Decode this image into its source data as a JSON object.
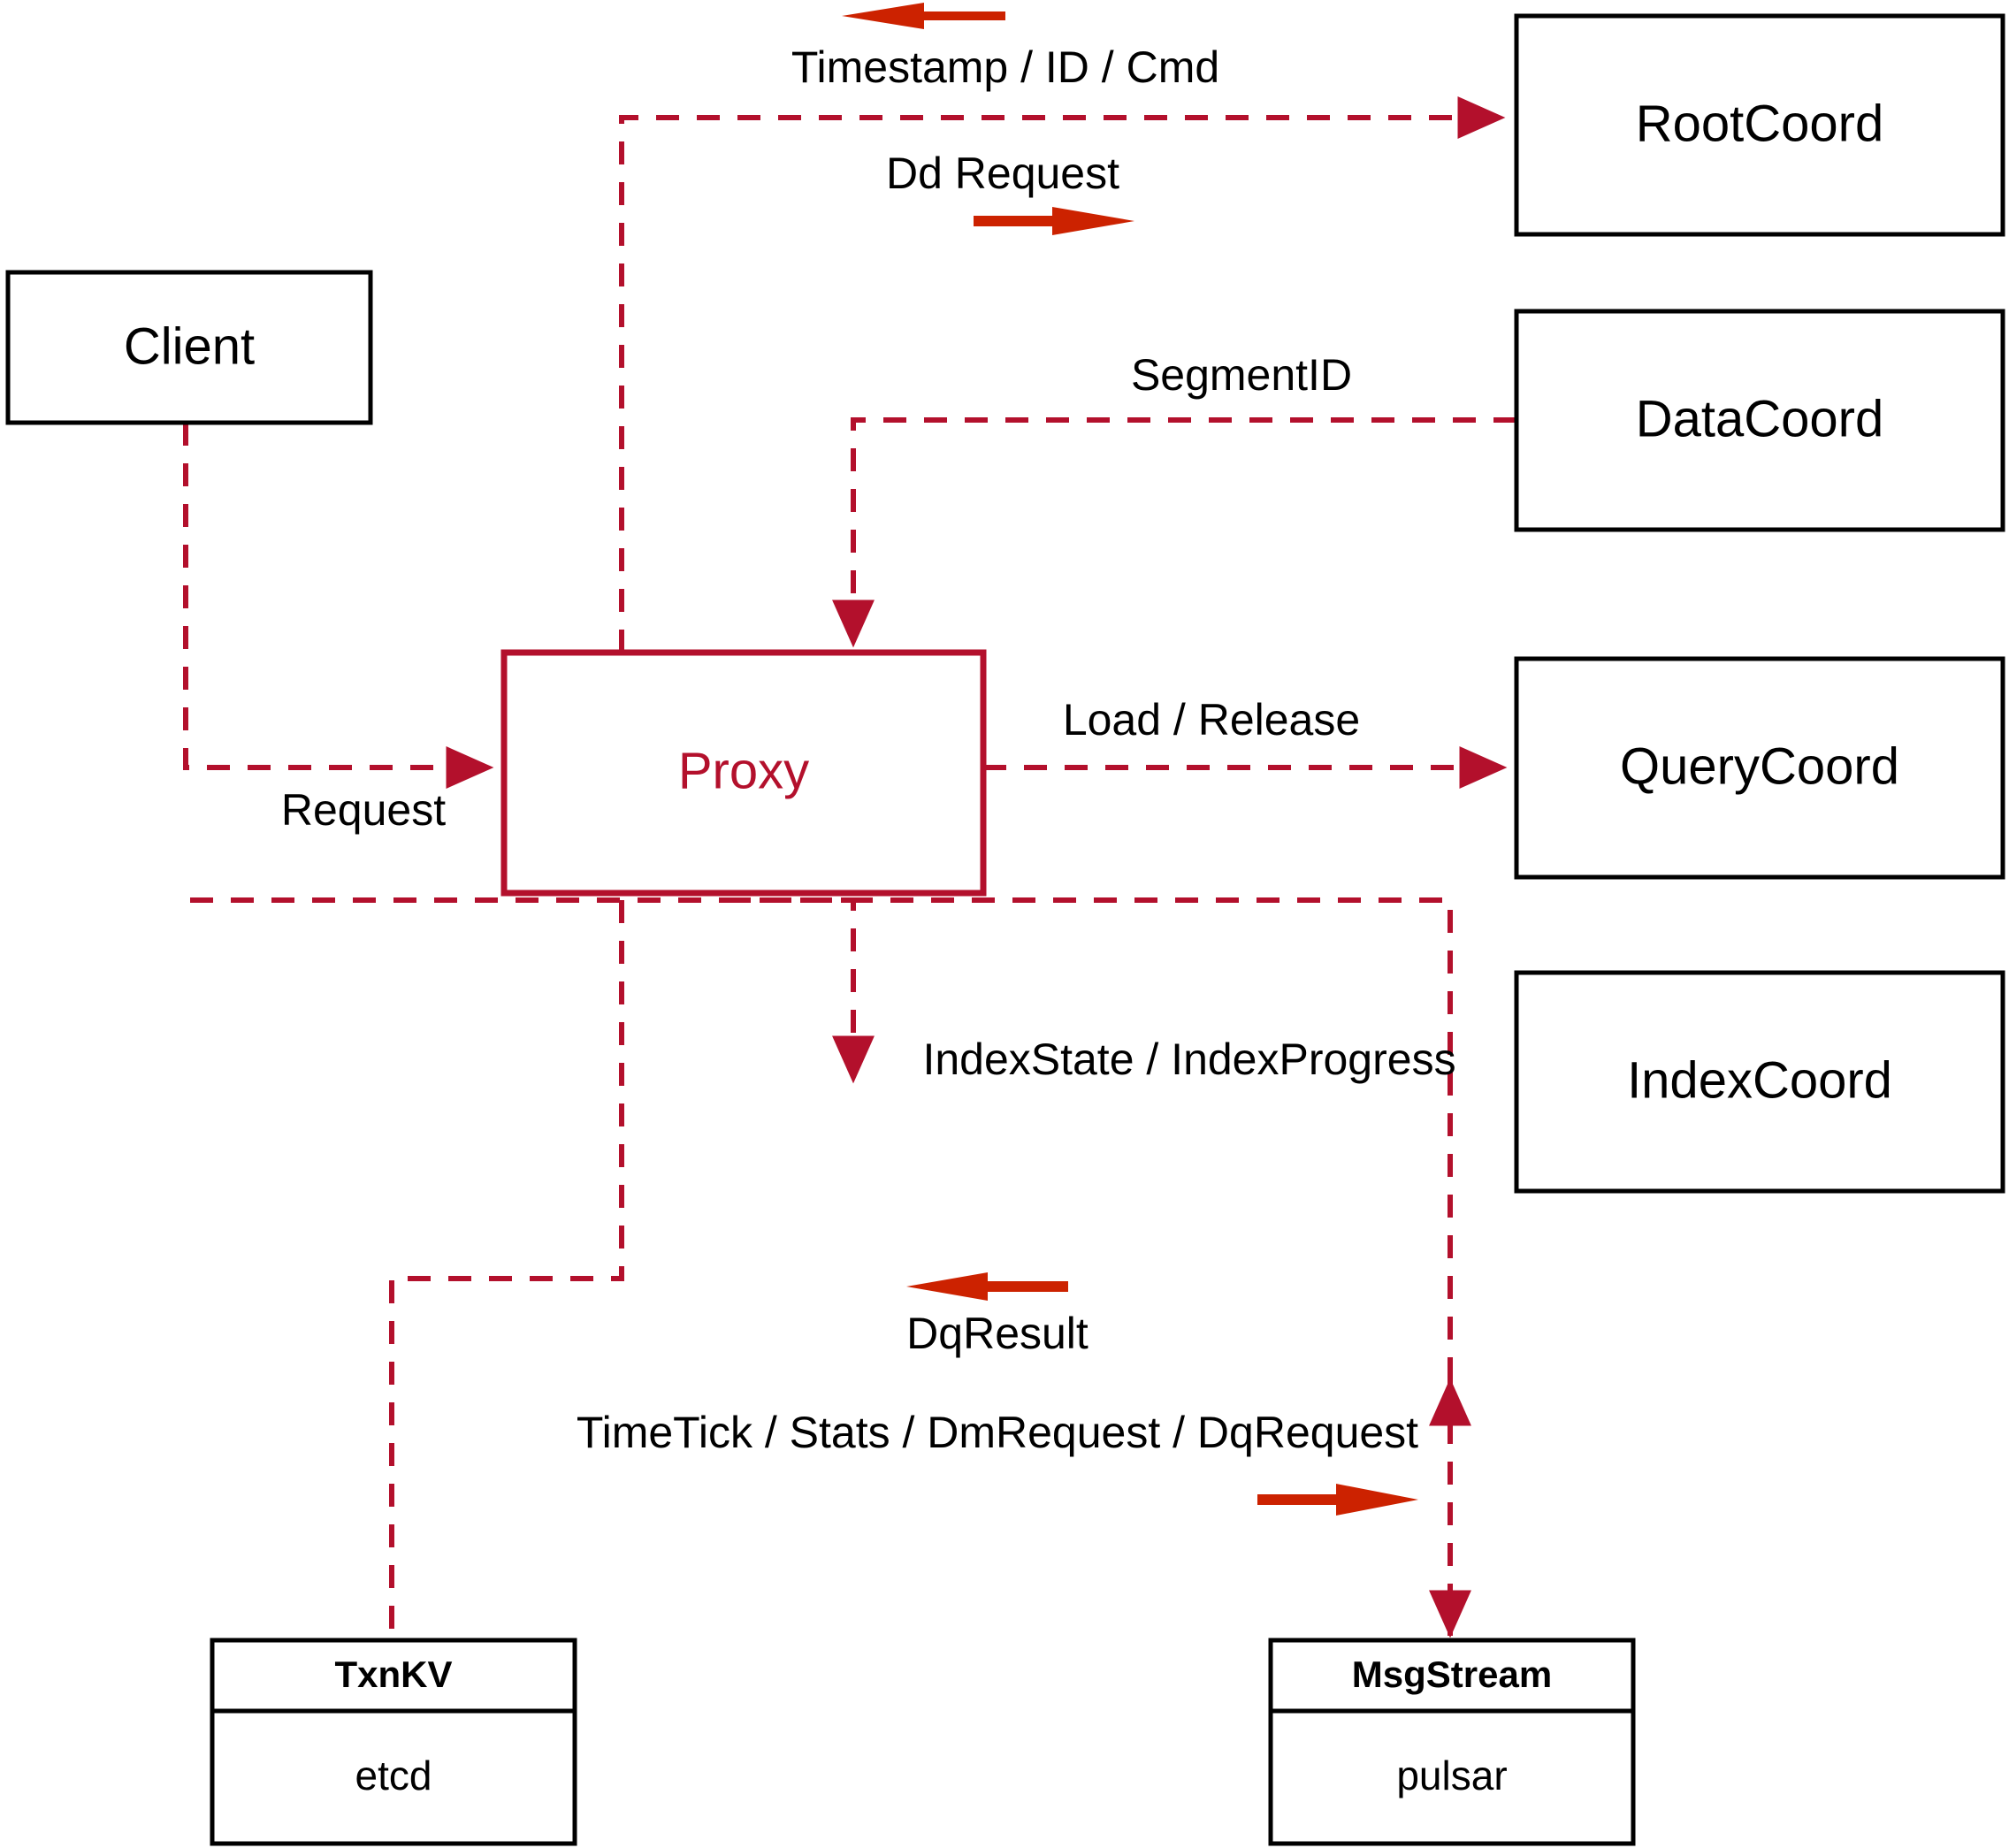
{
  "diagram": {
    "title": "Proxy architecture data flow",
    "colors": {
      "accent": "#B3102C",
      "flow_arrow": "#CC2200",
      "node_stroke": "#000000",
      "background": "#FFFFFF"
    },
    "nodes": [
      {
        "id": "client",
        "label": "Client"
      },
      {
        "id": "proxy",
        "label": "Proxy"
      },
      {
        "id": "rootcoord",
        "label": "RootCoord"
      },
      {
        "id": "datacoord",
        "label": "DataCoord"
      },
      {
        "id": "querycoord",
        "label": "QueryCoord"
      },
      {
        "id": "indexcoord",
        "label": "IndexCoord"
      },
      {
        "id": "txnkv",
        "header": "TxnKV",
        "body": "etcd"
      },
      {
        "id": "msgstream",
        "header": "MsgStream",
        "body": "pulsar"
      }
    ],
    "edges": [
      {
        "id": "timestamp-id-cmd",
        "label": "Timestamp / ID / Cmd",
        "from": "rootcoord",
        "to": "proxy",
        "direction": "left"
      },
      {
        "id": "dd-request",
        "label": "Dd Request",
        "from": "proxy",
        "to": "rootcoord",
        "direction": "right"
      },
      {
        "id": "segment-id",
        "label": "SegmentID",
        "from": "datacoord",
        "to": "proxy",
        "direction": "left"
      },
      {
        "id": "load-release",
        "label": "Load / Release",
        "from": "proxy",
        "to": "querycoord",
        "direction": "right"
      },
      {
        "id": "index-state",
        "label": "IndexState / IndexProgress",
        "from": "indexcoord",
        "to": "proxy",
        "direction": "left"
      },
      {
        "id": "request",
        "label": "Request",
        "from": "client",
        "to": "proxy",
        "direction": "right"
      },
      {
        "id": "dq-result",
        "label": "DqResult",
        "from": "msgstream",
        "to": "proxy",
        "direction": "left"
      },
      {
        "id": "timetick-stats",
        "label": "TimeTick / Stats / DmRequest / DqRequest",
        "from": "proxy",
        "to": "msgstream",
        "direction": "right"
      },
      {
        "id": "txnkv-link",
        "label": "",
        "from": "proxy",
        "to": "txnkv",
        "direction": "down"
      }
    ]
  }
}
